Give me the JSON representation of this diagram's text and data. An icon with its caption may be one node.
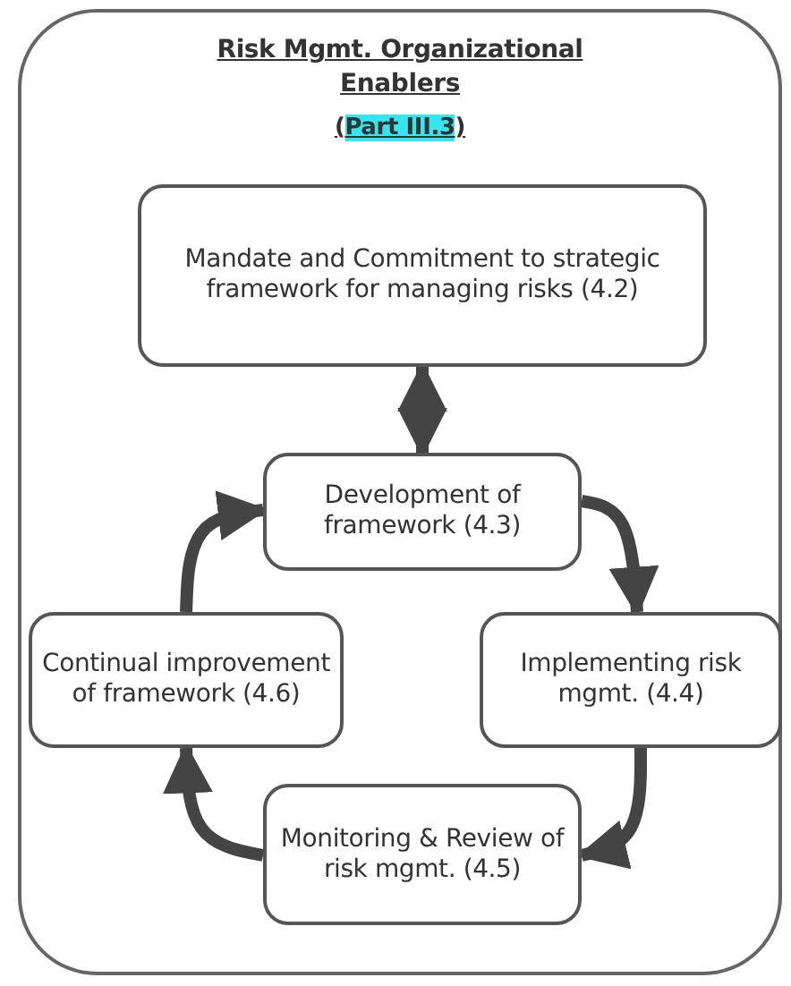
{
  "diagram": {
    "nodes": [
      {
        "text": [
          "Risk Mgmt. Organizational Enablers",
          "(Part III.3)"
        ]
      },
      {
        "text": [
          "Mandate and Commitment to strategic framework for managing risks (4.2)"
        ],
        "in": 0
      },
      {
        "text": [
          "Development of framework (4.3)"
        ],
        "in": 0
      },
      {
        "text": [
          "Continual improvement of framework (4.6)"
        ],
        "in": 0
      },
      {
        "text": [
          "Implementing risk mgmt. (4.4)"
        ],
        "in": 0
      },
      {
        "text": [
          "Monitoring & Review of risk mgmt. (4.5)"
        ],
        "in": 0
      }
    ],
    "edges": [
      {
        "from": 1,
        "to": 2,
        "arrow": "both"
      },
      {
        "from": 2,
        "to": 4,
        "arrow": "to"
      },
      {
        "from": 4,
        "to": 5,
        "arrow": "to"
      },
      {
        "from": 5,
        "to": 3,
        "arrow": "to"
      },
      {
        "from": 3,
        "to": 2,
        "arrow": "to"
      }
    ]
  }
}
